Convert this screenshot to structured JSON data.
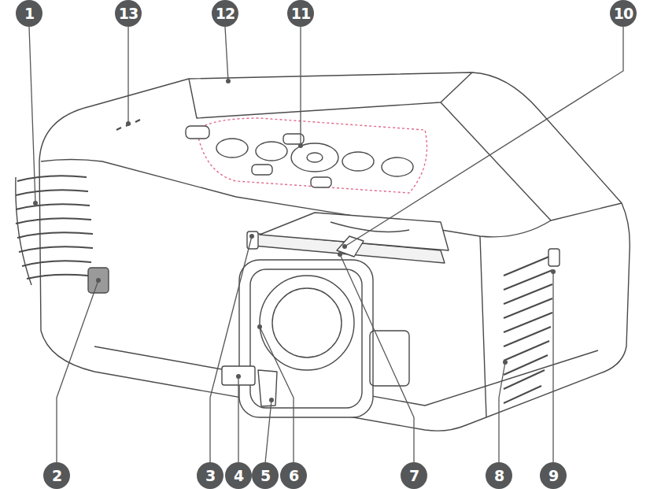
{
  "diagram": {
    "labels": [
      "1",
      "2",
      "3",
      "4",
      "5",
      "6",
      "7",
      "8",
      "9",
      "10",
      "11",
      "12",
      "13"
    ]
  }
}
